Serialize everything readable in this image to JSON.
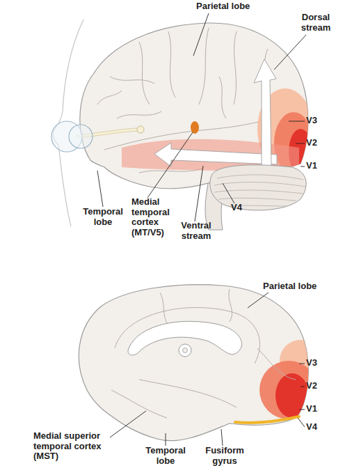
{
  "diagram": {
    "labels": [
      "Parietal lobe",
      "Dorsal stream",
      "V3",
      "V2",
      "V1",
      "V4",
      "Temporal lobe",
      "Medial temporal cortex (MT/V5)",
      "Ventral stream",
      "Parietal lobe",
      "V3",
      "V2",
      "V1",
      "V4",
      "Medial superior temporal cortex (MST)",
      "Temporal lobe",
      "Fusiform gyrus"
    ]
  }
}
